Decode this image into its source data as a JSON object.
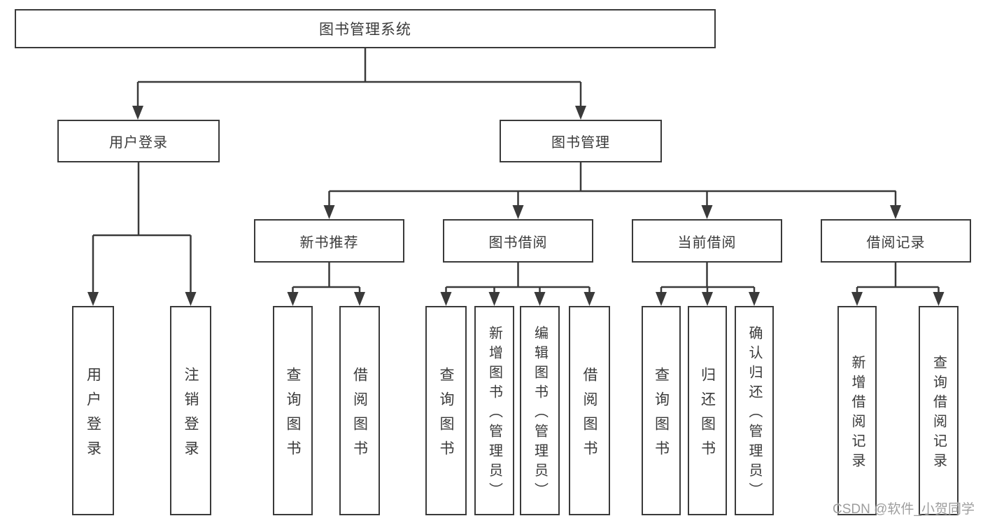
{
  "diagram": {
    "type": "hierarchy-chart",
    "root": {
      "label": "图书管理系统",
      "children": [
        {
          "label": "用户登录",
          "children": [
            {
              "label": "用户登录"
            },
            {
              "label": "注销登录"
            }
          ]
        },
        {
          "label": "图书管理",
          "children": [
            {
              "label": "新书推荐",
              "children": [
                {
                  "label": "查询图书"
                },
                {
                  "label": "借阅图书"
                }
              ]
            },
            {
              "label": "图书借阅",
              "children": [
                {
                  "label": "查询图书"
                },
                {
                  "label": "新增图书（管理员）"
                },
                {
                  "label": "编辑图书（管理员）"
                },
                {
                  "label": "借阅图书"
                }
              ]
            },
            {
              "label": "当前借阅",
              "children": [
                {
                  "label": "查询图书"
                },
                {
                  "label": "归还图书"
                },
                {
                  "label": "确认归还（管理员）"
                }
              ]
            },
            {
              "label": "借阅记录",
              "children": [
                {
                  "label": "新增借阅记录"
                },
                {
                  "label": "查询借阅记录"
                }
              ]
            }
          ]
        }
      ]
    }
  },
  "watermark": {
    "text": "CSDN @软件_小贺同学"
  },
  "colors": {
    "line": "#3a3a3a",
    "text": "#3a3a3a",
    "watermark": "#9e9e9e",
    "background": "#ffffff"
  }
}
